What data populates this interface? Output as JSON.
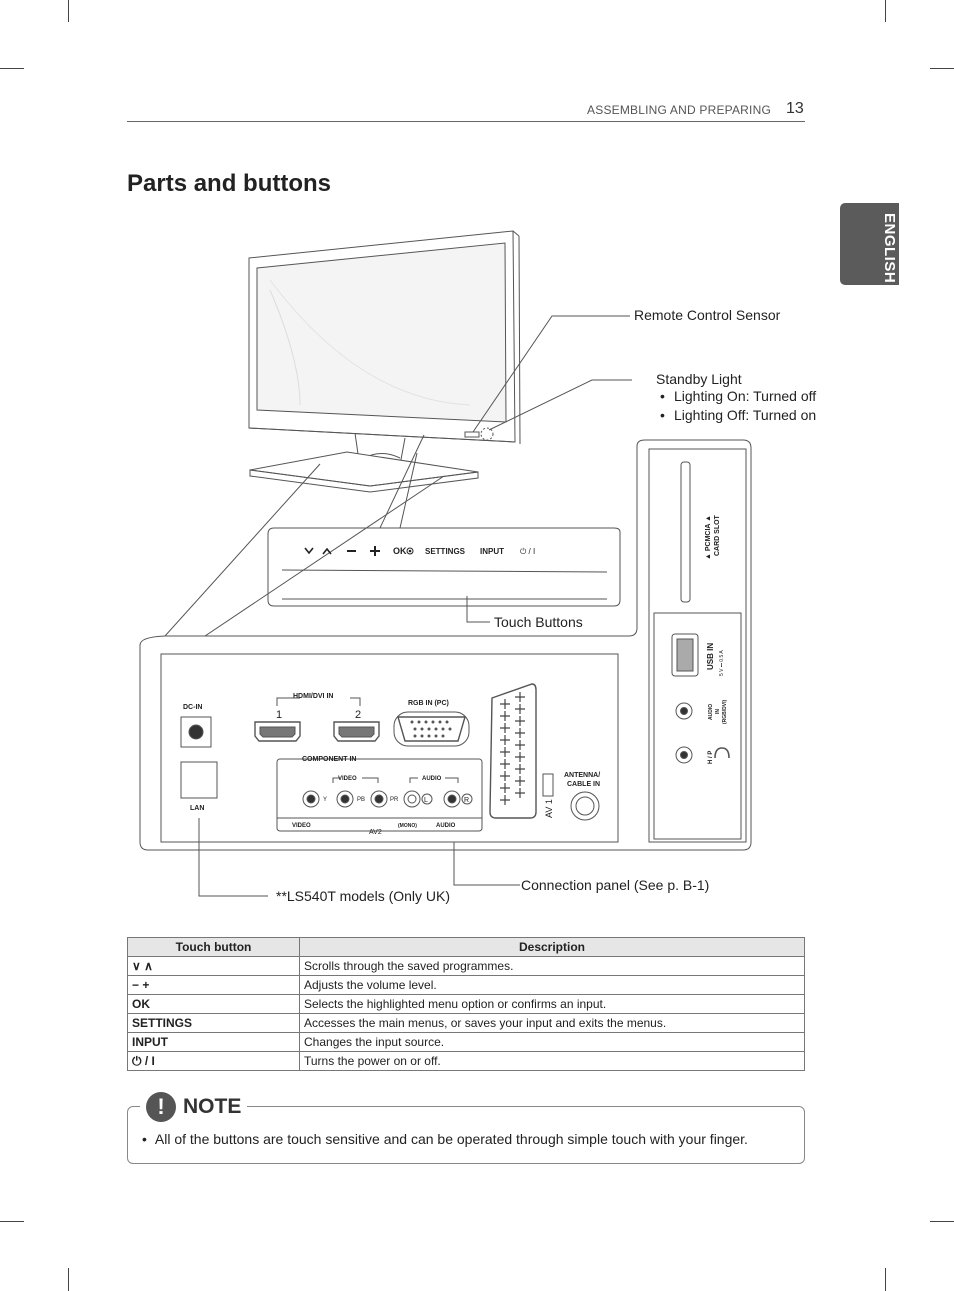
{
  "header": {
    "section": "ASSEMBLING AND PREPARING",
    "page_number": "13"
  },
  "title": "Parts and buttons",
  "language_tab": "ENGLISH",
  "callouts": {
    "remote_sensor": "Remote Control Sensor",
    "standby_light": "Standby Light",
    "standby_items": [
      "Lighting On: Turned off",
      "Lighting Off: Turned on"
    ],
    "touch_buttons": "Touch Buttons",
    "ls540t": "**LS540T models (Only UK)",
    "connection_panel": "Connection panel (See p. B-1)"
  },
  "touch_strip": {
    "ok": "OK",
    "settings": "SETTINGS",
    "input": "INPUT",
    "power": "⏻ / I"
  },
  "panel": {
    "dc_in": "DC-IN",
    "lan": "LAN",
    "hdmi": "HDMI/DVI IN",
    "hdmi1": "1",
    "hdmi2": "2",
    "rgb": "RGB IN (PC)",
    "component": "COMPONENT IN",
    "video": "VIDEO",
    "audio": "AUDIO",
    "y": "Y",
    "pb": "PB",
    "pr": "PR",
    "l": "L",
    "r": "R",
    "video_bottom": "VIDEO",
    "mono": "(MONO)",
    "audio_bottom": "AUDIO",
    "av2": "AV2",
    "av1": "AV 1",
    "antenna1": "ANTENNA/",
    "antenna2": "CABLE IN",
    "pcmcia1": "▲ PCMCIA ▲",
    "pcmcia2": "CARD SLOT",
    "usb": "USB IN",
    "usb_rating": "5 V ⎓ 0.5 A",
    "audio_in": "AUDIO",
    "audio_in2": "IN",
    "audio_in3": "(RGB/DVI)",
    "hp": "H / P"
  },
  "table": {
    "headers": [
      "Touch button",
      "Description"
    ],
    "rows": [
      {
        "key": "∨ ∧",
        "desc": "Scrolls through the saved programmes."
      },
      {
        "key": "− +",
        "desc": "Adjusts the volume level."
      },
      {
        "key": "OK",
        "desc": "Selects the highlighted menu option or confirms an input."
      },
      {
        "key": "SETTINGS",
        "desc": "Accesses the main menus, or saves your input and exits the menus."
      },
      {
        "key": "INPUT",
        "desc": "Changes the input source."
      },
      {
        "key": "⏻ / I",
        "desc": "Turns the power on or off."
      }
    ]
  },
  "note": {
    "label": "NOTE",
    "text": "All of the buttons are touch sensitive and can be operated through simple touch with your finger."
  }
}
